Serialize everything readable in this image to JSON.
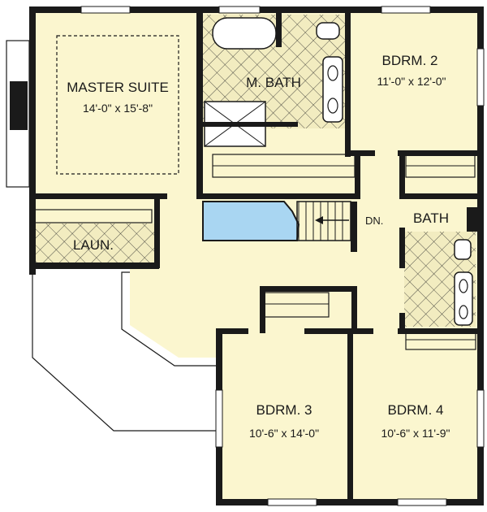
{
  "rooms": {
    "master_suite": {
      "name": "MASTER SUITE",
      "dims": "14'-0\" x 15'-8\""
    },
    "m_bath": {
      "name": "M. BATH"
    },
    "bdrm2": {
      "name": "BDRM. 2",
      "dims": "11'-0\" x 12'-0\""
    },
    "bath": {
      "name": "BATH"
    },
    "laun": {
      "name": "LAUN."
    },
    "bdrm3": {
      "name": "BDRM. 3",
      "dims": "10'-6\" x 14'-0\""
    },
    "bdrm4": {
      "name": "BDRM. 4",
      "dims": "10'-6\" x 11'-9\""
    }
  },
  "stair": {
    "label": "DN."
  },
  "colors": {
    "room_fill": "#fbf6cf",
    "wall": "#1a1a1a",
    "tile_fill": "#f2ecc0",
    "stairwell": "#a9d6f2"
  }
}
